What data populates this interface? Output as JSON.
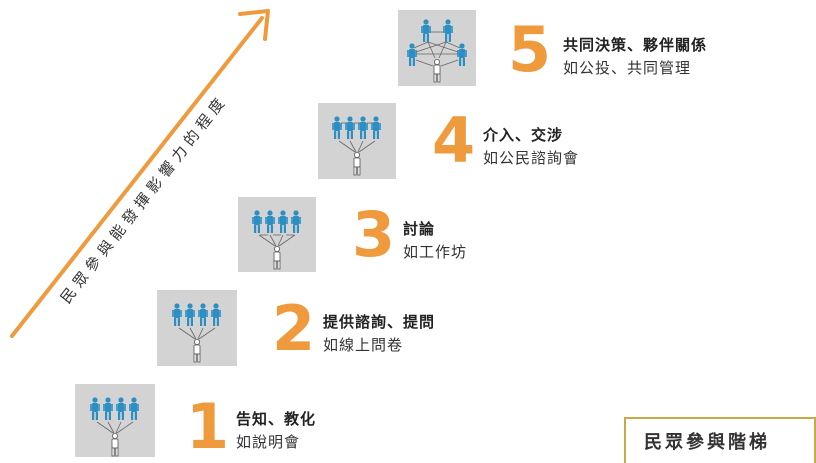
{
  "arrow": {
    "label": "民眾參與能發揮影響力的程度",
    "color": "#ef9a3d"
  },
  "steps": [
    {
      "number": "1",
      "title": "告知、教化",
      "subtitle": "如說明會"
    },
    {
      "number": "2",
      "title": "提供諮詢、提問",
      "subtitle": "如線上問卷"
    },
    {
      "number": "3",
      "title": "討論",
      "subtitle": "如工作坊"
    },
    {
      "number": "4",
      "title": "介入、交涉",
      "subtitle": "如公民諮詢會"
    },
    {
      "number": "5",
      "title": "共同決策、夥伴關係",
      "subtitle": "如公投、共同管理"
    }
  ],
  "ladder": {
    "title": "民眾參與階梯",
    "border_color": "#c9a948"
  },
  "colors": {
    "accent": "#ef9a3d",
    "figure_blue": "#2b8fc4",
    "panel_gray": "#d3d3d3"
  }
}
